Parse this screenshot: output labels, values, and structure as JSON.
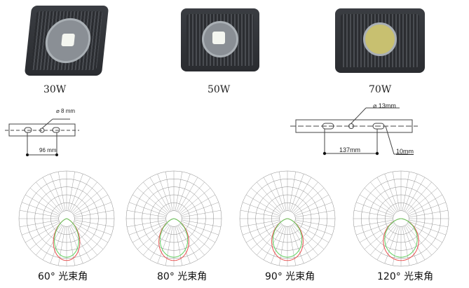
{
  "products": [
    {
      "power": "30W"
    },
    {
      "power": "50W"
    },
    {
      "power": "70W"
    }
  ],
  "diagrams": [
    {
      "hole": "8 mm",
      "spacing": "96 mm"
    },
    {
      "hole": "13mm",
      "spacing": "137mm",
      "offset": "10mm"
    }
  ],
  "beams": [
    {
      "caption": "60° 光束角",
      "angle": 60
    },
    {
      "caption": "80° 光束角",
      "angle": 80
    },
    {
      "caption": "90° 光束角",
      "angle": 90
    },
    {
      "caption": "120° 光束角",
      "angle": 120
    }
  ],
  "colors": {
    "red": "#e85050",
    "green": "#60d060",
    "grid": "#888888"
  }
}
